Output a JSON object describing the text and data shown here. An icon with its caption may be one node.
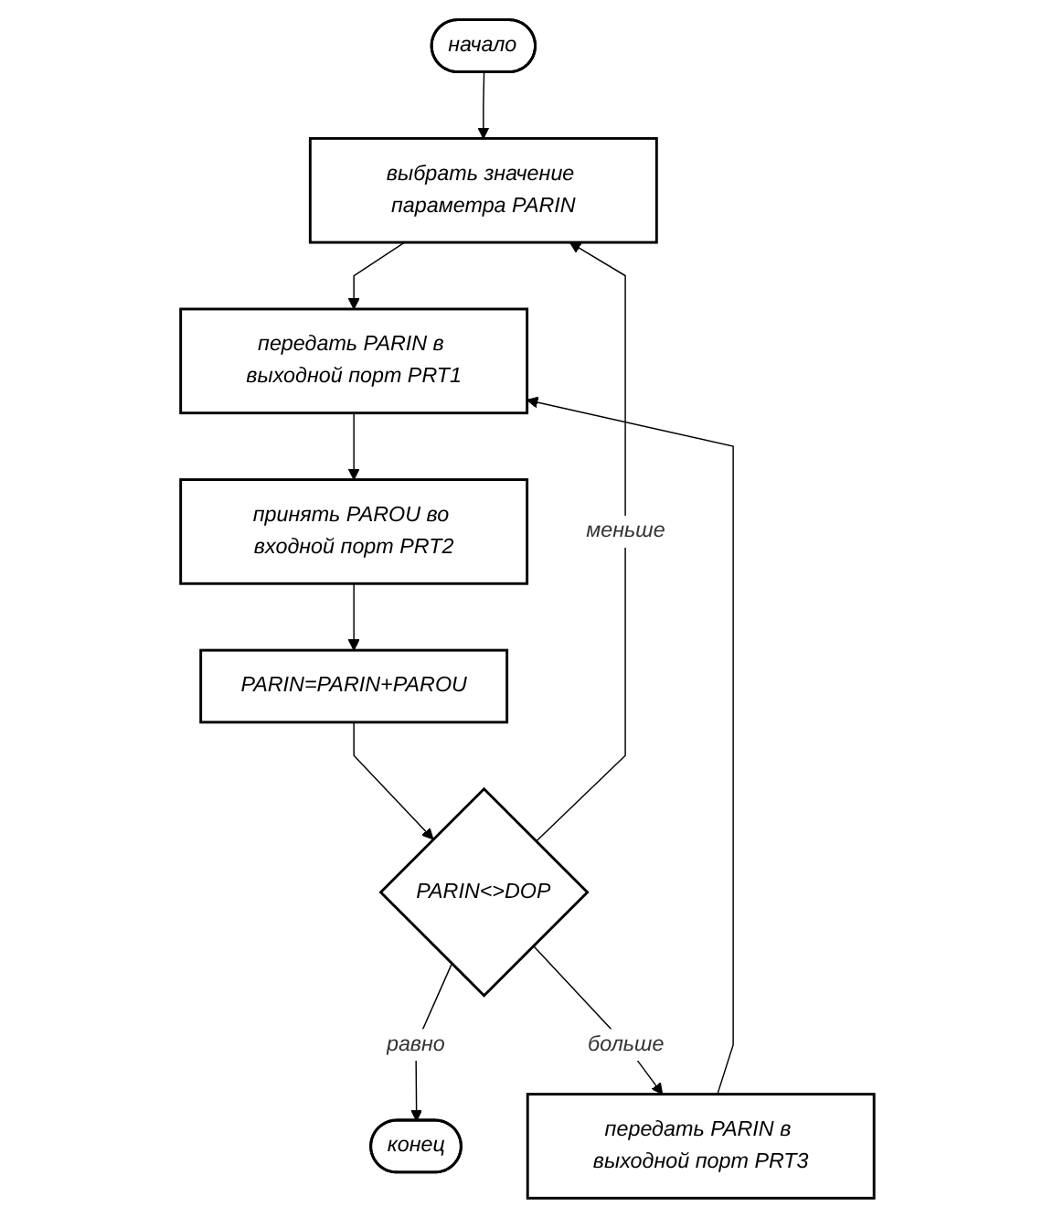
{
  "diagram": {
    "nodes": [
      {
        "text": [
          "начало"
        ]
      },
      {
        "text": [
          "выбрать значение параметра PARIN"
        ]
      },
      {
        "text": [
          "передать PARIN в выходной порт PRT1"
        ]
      },
      {
        "text": [
          "принять PAROU во входной порт PRT2"
        ]
      },
      {
        "text": [
          "PARIN=PARIN+PAROU"
        ]
      },
      {
        "text": [
          "PARIN<>DOP"
        ]
      },
      {
        "text": [
          "конец"
        ]
      },
      {
        "text": [
          "передать PARIN в выходной порт PRT3"
        ]
      }
    ],
    "edges": [
      {
        "from": 0,
        "to": 1,
        "arrow": "to"
      },
      {
        "from": 1,
        "to": 2,
        "arrow": "to"
      },
      {
        "from": 2,
        "to": 3,
        "arrow": "to"
      },
      {
        "from": 3,
        "to": 4,
        "arrow": "to"
      },
      {
        "from": 4,
        "to": 5,
        "arrow": "to"
      },
      {
        "from": 5,
        "to": 1,
        "arrow": "to",
        "label": "меньше"
      },
      {
        "from": 5,
        "to": 6,
        "arrow": "to",
        "label": "равно"
      },
      {
        "from": 5,
        "to": 7,
        "arrow": "to",
        "label": "больше"
      },
      {
        "from": 7,
        "to": 2,
        "arrow": "to"
      }
    ]
  }
}
